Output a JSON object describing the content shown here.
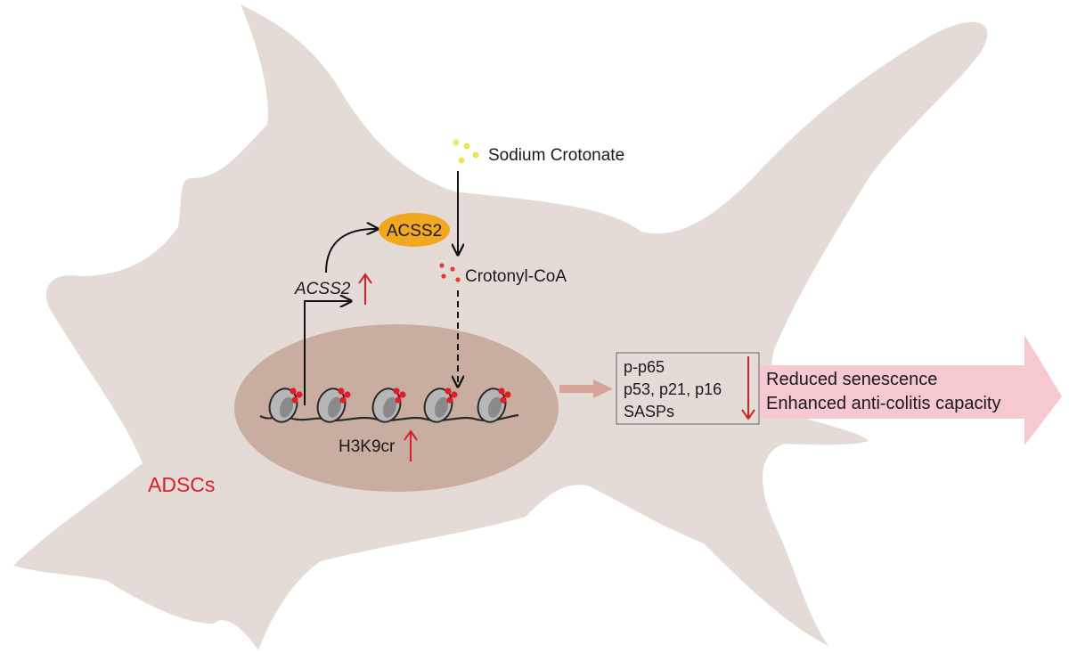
{
  "labels": {
    "sodium_crotonate": "Sodium Crotonate",
    "acss2_enzyme": "ACSS2",
    "acss2_gene": "ACSS2",
    "crotonyl_coa": "Crotonyl-CoA",
    "h3k9cr": "H3K9cr",
    "adscs": "ADSCs"
  },
  "markers_box": {
    "lines": [
      "p-p65",
      "p53, p21, p16",
      "SASPs"
    ]
  },
  "outcome": {
    "lines": [
      "Reduced senescence",
      "Enhanced anti-colitis capacity"
    ]
  },
  "colors": {
    "cell": "#e5dbd6",
    "nucleus": "#c9ada1",
    "enzyme": "#f1a71e",
    "up_down_arrow": "#d62027",
    "outcome_arrow": "#f6c8cf",
    "link_arrow": "#d7a49a",
    "crotonate_dots": "#f0e35a",
    "crotonyl_dots": "#e33b2f"
  }
}
